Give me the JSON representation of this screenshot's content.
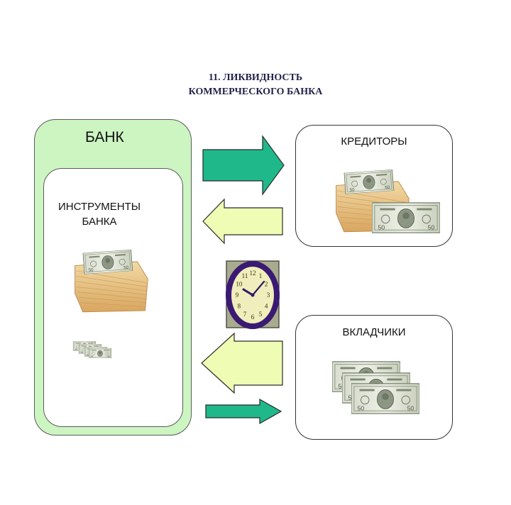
{
  "title": {
    "line1": "11. ЛИКВИДНОСТЬ",
    "line2": "КОММЕРЧЕСКОГО БАНКА"
  },
  "bank": {
    "label": "БАНК",
    "inner_label_line1": "ИНСТРУМЕНТЫ",
    "inner_label_line2": "БАНКА"
  },
  "creditors": {
    "label": "КРЕДИТОРЫ"
  },
  "depositors": {
    "label": "ВКЛАДЧИКИ"
  },
  "colors": {
    "bank_fill": "#ccf5c2",
    "arrow_teal": "#1fb88a",
    "arrow_lime": "#eefcb4",
    "clock_ring": "#3a1a72",
    "clock_bg": "#a9ab8e"
  },
  "clock": {
    "numbers": [
      "12",
      "1",
      "2",
      "3",
      "4",
      "5",
      "6",
      "7",
      "8",
      "9",
      "10",
      "11"
    ]
  },
  "icons": [
    "money-stack-icon",
    "banknote-icon",
    "clock-icon",
    "arrow-right-icon",
    "arrow-left-icon"
  ]
}
